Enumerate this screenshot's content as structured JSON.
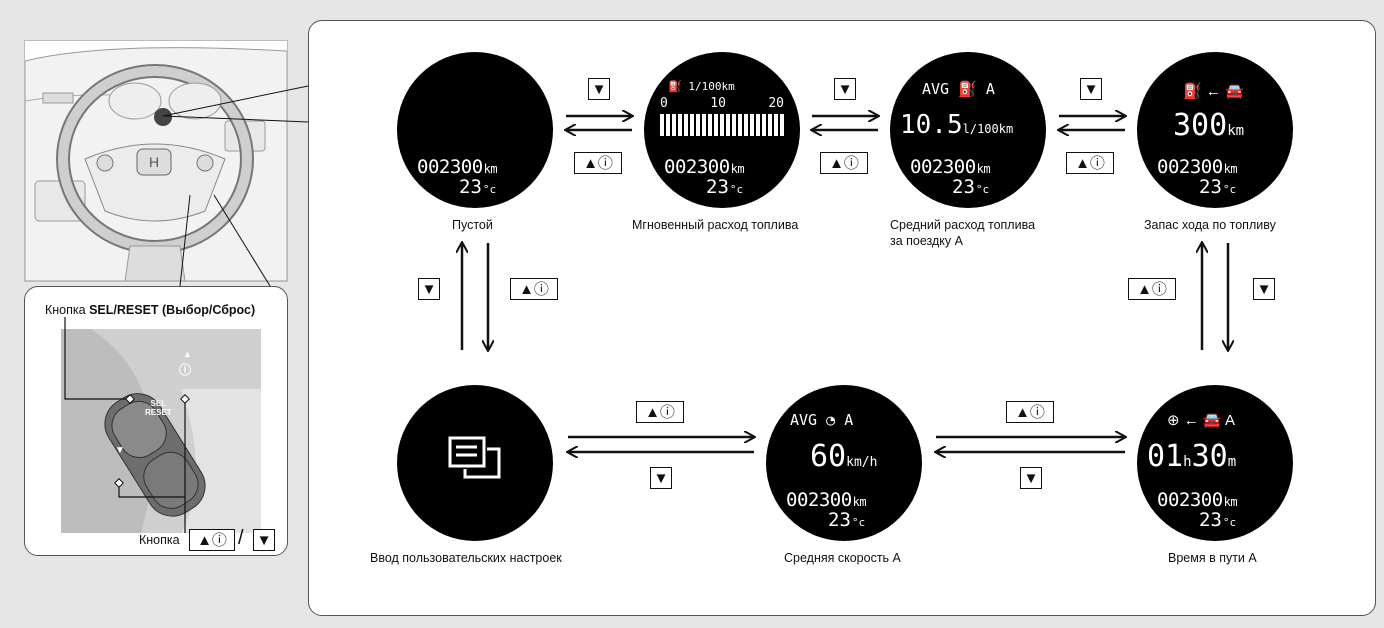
{
  "inset_top": {
    "description_parts": [
      "steering wheel illustration"
    ]
  },
  "inset_bottom": {
    "button_label_prefix": "Кнопка ",
    "button_label_name": "SEL/RESET (Выбор/Сброс)",
    "sel_text_line1": "SEL",
    "sel_text_line2": "RESET",
    "button2_prefix": "Кнопка",
    "key_up_info": "▲ⓘ",
    "slash": "/",
    "key_down": "▼"
  },
  "screens": {
    "blank": {
      "odometer": "002300",
      "odo_unit": "km",
      "temp": "23",
      "temp_unit": "°c",
      "caption": "Пустой"
    },
    "instant": {
      "header": "1/100km",
      "scale": [
        "0",
        "10",
        "20"
      ],
      "odometer": "002300",
      "odo_unit": "km",
      "temp": "23",
      "temp_unit": "°c",
      "caption": "Мгновенный расход топлива"
    },
    "average": {
      "header_prefix": "AVG",
      "header_suffix": "A",
      "value": "10.5",
      "unit": "l/100km",
      "odometer": "002300",
      "odo_unit": "km",
      "temp": "23",
      "temp_unit": "°c",
      "caption_line1": "Средний расход топлива",
      "caption_line2": "за поездку А"
    },
    "range": {
      "value": "300",
      "unit": "km",
      "odometer": "002300",
      "odo_unit": "km",
      "temp": "23",
      "temp_unit": "°c",
      "caption": "Запас хода по топливу"
    },
    "settings": {
      "caption": "Ввод пользовательских настроек"
    },
    "avgspeed": {
      "header_prefix": "AVG",
      "header_suffix": "A",
      "value": "60",
      "unit": "km/h",
      "odometer": "002300",
      "odo_unit": "km",
      "temp": "23",
      "temp_unit": "°c",
      "caption": "Средняя скорость А"
    },
    "elapsed": {
      "header_suffix": "A",
      "hours": "01",
      "h_unit": "h",
      "minutes": "30",
      "m_unit": "m",
      "odometer": "002300",
      "odo_unit": "km",
      "temp": "23",
      "temp_unit": "°c",
      "caption": "Время в пути А"
    }
  },
  "keys": {
    "down": "▼",
    "up_info": "▲ⓘ"
  },
  "colors": {
    "screen": "#000000",
    "panel": "#ffffff",
    "background": "#e6e6e6",
    "border": "#555555"
  }
}
